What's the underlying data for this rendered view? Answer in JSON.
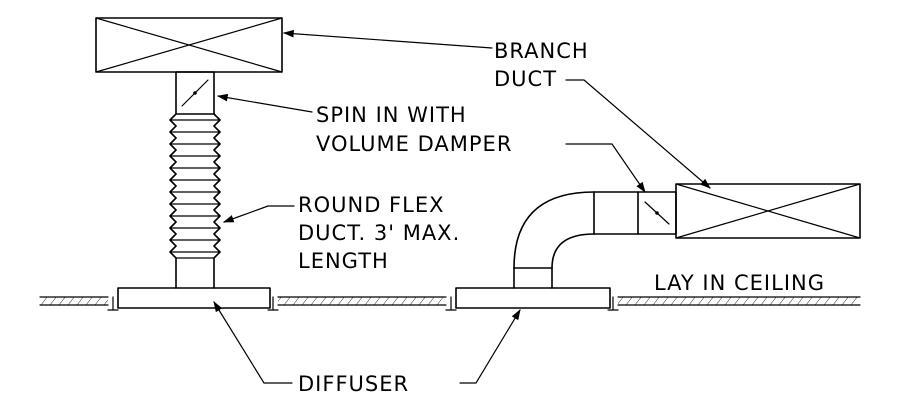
{
  "labels": {
    "branch_duct": [
      "BRANCH",
      "DUCT"
    ],
    "spin_in": [
      "SPIN IN WITH",
      "VOLUME DAMPER"
    ],
    "flex_duct": [
      "ROUND FLEX",
      "DUCT. 3' MAX.",
      "LENGTH"
    ],
    "ceiling": "LAY IN CEILING",
    "diffuser": "DIFFUSER"
  }
}
